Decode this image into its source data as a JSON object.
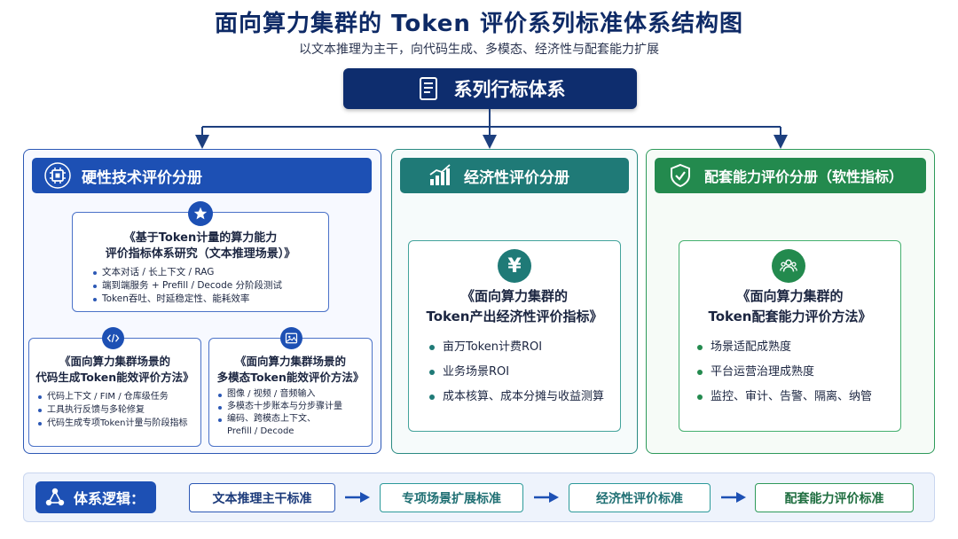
{
  "header": {
    "title": "面向算力集群的 Token 评价系列标准体系结构图",
    "subtitle": "以文本推理为主干，向代码生成、多模态、经济性与配套能力扩展"
  },
  "root": {
    "label": "系列行标体系"
  },
  "hard": {
    "banner": "硬性技术评价分册",
    "main_card": {
      "title_l1": "《基于Token计量的算力能力",
      "title_l2": "评价指标体系研究（文本推理场景）》",
      "bullets": [
        "文本对话 / 长上下文 / RAG",
        "端到端服务 + Prefill / Decode 分阶段测试",
        "Token吞吐、时延稳定性、能耗效率"
      ]
    },
    "code_card": {
      "title_l1": "《面向算力集群场景的",
      "title_l2": "代码生成Token能效评价方法》",
      "bullets": [
        "代码上下文 / FIM / 仓库级任务",
        "工具执行反馈与多轮修复",
        "代码生成专项Token计量与阶段指标"
      ]
    },
    "mm_card": {
      "title_l1": "《面向算力集群场景的",
      "title_l2": "多模态Token能效评价方法》",
      "bullets": [
        "图像 / 视频 / 音频输入",
        "多模态十步账本与分步骤计量",
        "编码、跨模态上下文、",
        "Prefill / Decode"
      ]
    }
  },
  "econ": {
    "banner": "经济性评价分册",
    "symbol": "¥",
    "title_l1": "《面向算力集群的",
    "title_l2": "Token产出经济性评价指标》",
    "bullets": [
      "亩万Token计费ROI",
      "业务场景ROI",
      "成本核算、成本分摊与收益测算"
    ]
  },
  "support": {
    "banner": "配套能力评价分册（软性指标）",
    "title_l1": "《面向算力集群的",
    "title_l2": "Token配套能力评价方法》",
    "bullets": [
      "场景适配成熟度",
      "平台运营治理成熟度",
      "监控、审计、告警、隔离、纳管"
    ]
  },
  "logic": {
    "label": "体系逻辑：",
    "steps": [
      "文本推理主干标准",
      "专项场景扩展标准",
      "经济性评价标准",
      "配套能力评价标准"
    ]
  },
  "colors": {
    "navy": "#0e2d6e",
    "blue": "#1d50b4",
    "teal": "#1f7a77",
    "green": "#238a4e"
  }
}
